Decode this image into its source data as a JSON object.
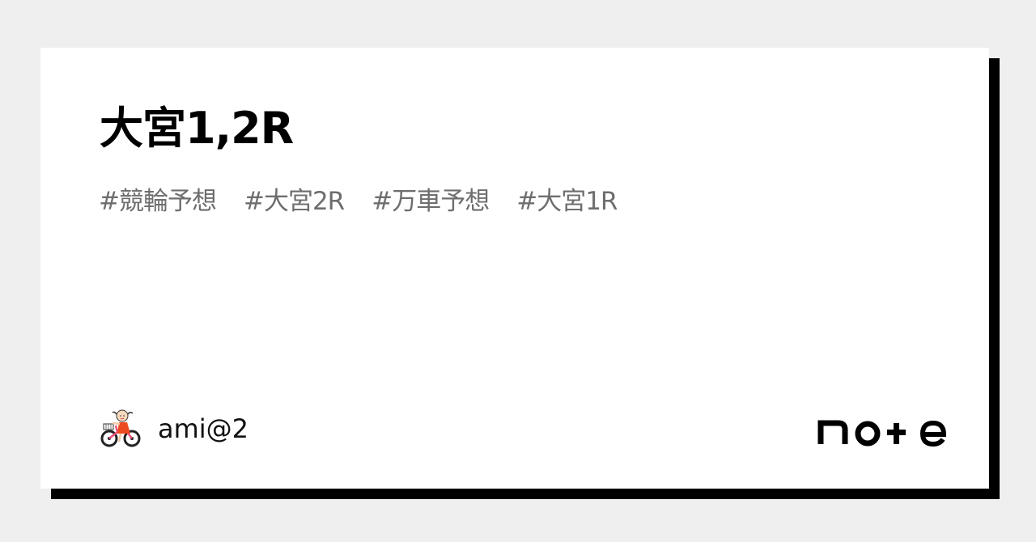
{
  "card": {
    "title": "大宮1,2R",
    "tags": [
      "#競輪予想",
      "#大宮2R",
      "#万車予想",
      "#大宮1R"
    ],
    "author": {
      "name": "ami@2",
      "avatar_icon": "girl-on-bicycle-avatar"
    },
    "brand": {
      "logo_text": "note",
      "logo_icon": "note-logo"
    }
  },
  "colors": {
    "background": "#efefef",
    "card": "#ffffff",
    "shadow": "#000000",
    "title": "#000000",
    "tags": "#6e6e6e"
  }
}
